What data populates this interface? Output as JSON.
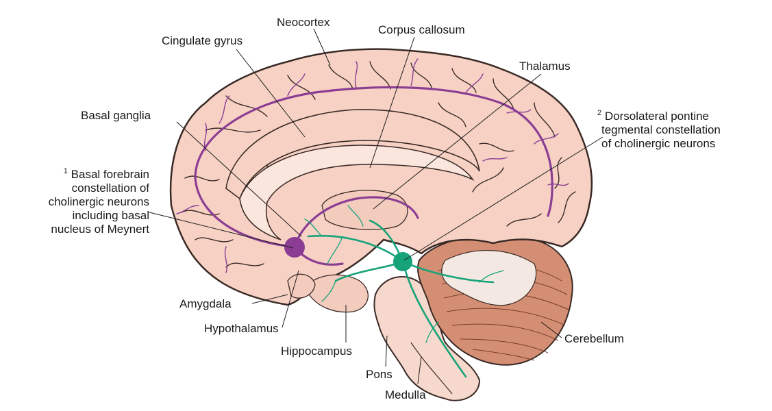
{
  "colors": {
    "cortex_fill": "#f7d2c4",
    "cortex_stroke": "#3a2a26",
    "cerebellum_fill": "#d48e73",
    "brainstem_fill": "#f7d8cc",
    "basal_forebrain_pathway": "#8b3d94",
    "pontine_pathway": "#16a37a"
  },
  "labels": {
    "neocortex": "Neocortex",
    "corpus_callosum": "Corpus callosum",
    "cingulate_gyrus": "Cingulate gyrus",
    "thalamus": "Thalamus",
    "basal_ganglia": "Basal ganglia",
    "dorsolateral_num": "2",
    "dorsolateral_lines": [
      "Dorsolateral pontine",
      "tegmental constellation",
      "of cholinergic neurons"
    ],
    "basal_forebrain_num": "1",
    "basal_forebrain_lines": [
      "Basal forebrain",
      "constellation of",
      "cholinergic neurons",
      "including basal",
      "nucleus of Meynert"
    ],
    "amygdala": "Amygdala",
    "hypothalamus": "Hypothalamus",
    "hippocampus": "Hippocampus",
    "pons": "Pons",
    "medulla": "Medulla",
    "cerebellum": "Cerebellum"
  }
}
